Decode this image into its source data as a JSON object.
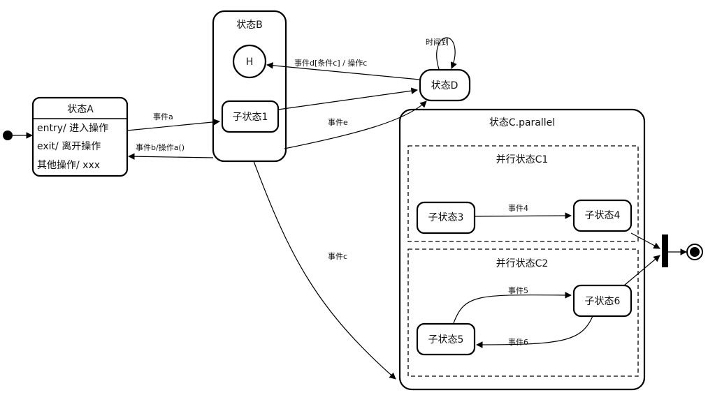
{
  "states": {
    "a": {
      "name": "状态A",
      "actions": [
        "entry/ 进入操作",
        "exit/ 离开操作",
        "其他操作/ xxx"
      ]
    },
    "b": {
      "name": "状态B",
      "history": "H",
      "substate1": "子状态1"
    },
    "d": {
      "name": "状态D",
      "self_transition_label": "时间到"
    },
    "c": {
      "name": "状态C.parallel",
      "regions": {
        "c1": {
          "name": "并行状态C1",
          "substate3": "子状态3",
          "substate4": "子状态4"
        },
        "c2": {
          "name": "并行状态C2",
          "substate5": "子状态5",
          "substate6": "子状态6"
        }
      }
    }
  },
  "transitions": {
    "a_to_b": "事件a",
    "b_to_a": "事件b/操作a()",
    "d_to_h": "事件d[条件c] / 操作c",
    "to_d": "事件e",
    "b_to_c": "事件c",
    "s3_to_s4": "事件4",
    "s5_to_s6": "事件5",
    "s6_to_s5": "事件6"
  }
}
